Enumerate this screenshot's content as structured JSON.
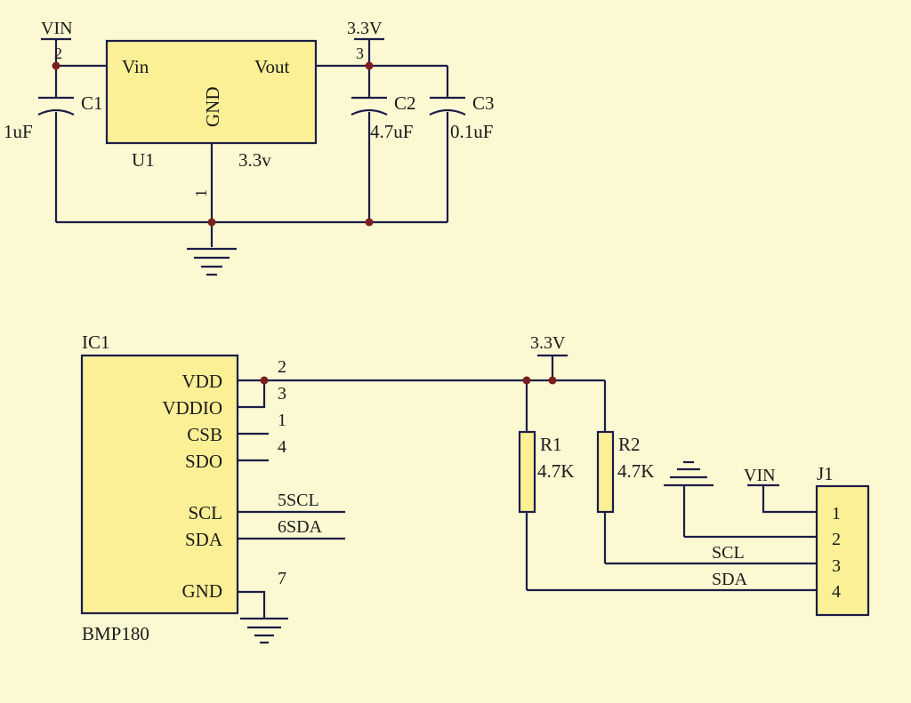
{
  "regulator": {
    "vin_net": "VIN",
    "vin_pin": "2",
    "out_net": "3.3V",
    "out_pin": "3",
    "gnd_pin": "1",
    "pin_vin": "Vin",
    "pin_vout": "Vout",
    "pin_gnd": "GND",
    "ref": "U1",
    "value": "3.3v",
    "c1": {
      "ref": "C1",
      "value": "1uF"
    },
    "c2": {
      "ref": "C2",
      "value": "4.7uF"
    },
    "c3": {
      "ref": "C3",
      "value": "0.1uF"
    }
  },
  "sensor": {
    "ref": "IC1",
    "part": "BMP180",
    "supply_net": "3.3V",
    "pins": {
      "vdd": {
        "name": "VDD",
        "num": "2"
      },
      "vddio": {
        "name": "VDDIO",
        "num": "3"
      },
      "csb": {
        "name": "CSB",
        "num": "1"
      },
      "sdo": {
        "name": "SDO",
        "num": "4"
      },
      "scl": {
        "name": "SCL",
        "num": "5SCL"
      },
      "sda": {
        "name": "SDA",
        "num": "6SDA"
      },
      "gnd": {
        "name": "GND",
        "num": "7"
      }
    },
    "r1": {
      "ref": "R1",
      "value": "4.7K"
    },
    "r2": {
      "ref": "R2",
      "value": "4.7K"
    },
    "connector": {
      "ref": "J1",
      "vin_net": "VIN",
      "scl_net": "SCL",
      "sda_net": "SDA",
      "pins": [
        "1",
        "2",
        "3",
        "4"
      ]
    }
  },
  "colors": {
    "background": "#fbf8d2",
    "component_fill": "#fbf096",
    "wire": "#1c1c48",
    "junction": "#7a1f1f"
  }
}
